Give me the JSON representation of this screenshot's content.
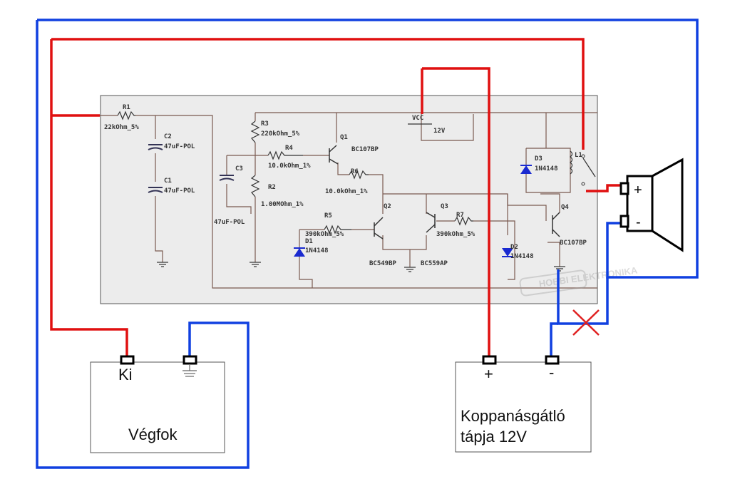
{
  "components": {
    "r1": {
      "ref": "R1",
      "value": "22kOhm_5%"
    },
    "c2": {
      "ref": "C2",
      "value": "47uF-POL"
    },
    "c1": {
      "ref": "C1",
      "value": "47uF-POL"
    },
    "c3": {
      "ref": "C3",
      "value": "47uF-POL"
    },
    "r3": {
      "ref": "R3",
      "value": "220kOhm_5%"
    },
    "r4": {
      "ref": "R4",
      "value": "10.0kOhm_1%"
    },
    "r2": {
      "ref": "R2",
      "value": "1.00MOhm_1%"
    },
    "q1": {
      "ref": "Q1",
      "value": "BC107BP"
    },
    "r6": {
      "ref": "R6",
      "value": "10.0kOhm_1%"
    },
    "r5": {
      "ref": "R5",
      "value": "390kOhm_5%"
    },
    "d1": {
      "ref": "D1",
      "value": "1N4148"
    },
    "q2": {
      "ref": "Q2",
      "value": "BC549BP"
    },
    "q3": {
      "ref": "Q3",
      "value": "BC559AP"
    },
    "r7": {
      "ref": "R7",
      "value": "390kOhm_5%"
    },
    "d2": {
      "ref": "D2",
      "value": "1N4148"
    },
    "vcc": {
      "ref": "VCC",
      "value": "12V"
    },
    "d3": {
      "ref": "D3",
      "value": "1N4148"
    },
    "l1": {
      "ref": "L1"
    },
    "q4": {
      "ref": "Q4",
      "value": "BC107BP"
    }
  },
  "watermark": "HOBBI ELEKTRONIKA",
  "speaker": {
    "plus": "+",
    "minus": "-"
  },
  "amplifier": {
    "title": "Végfok",
    "out_label": "Ki"
  },
  "supply": {
    "title_line1": "Koppanásgátló",
    "title_line2": "tápja 12V",
    "plus": "+",
    "minus": "-"
  },
  "colors": {
    "positive_wire": "#e01010",
    "negative_wire": "#1040e0",
    "schematic_bg": "#ececec"
  }
}
